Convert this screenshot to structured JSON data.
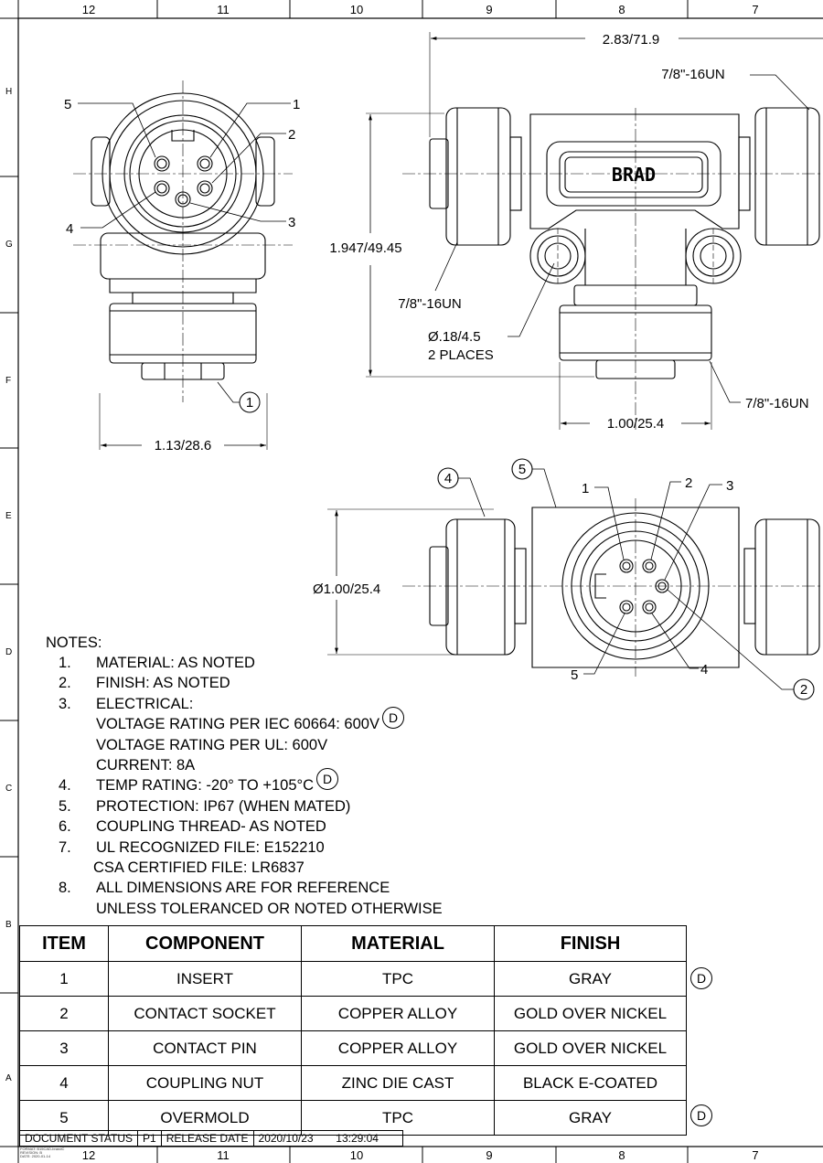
{
  "zones": {
    "top": [
      "12",
      "11",
      "10",
      "9",
      "8",
      "7"
    ],
    "bottom": [
      "12",
      "11",
      "10",
      "9",
      "8",
      "7"
    ],
    "rows": [
      "H",
      "G",
      "F",
      "E",
      "D",
      "C",
      "B",
      "A"
    ]
  },
  "brand_logo": "BRAD",
  "views": {
    "side_view": {
      "pin_callouts": [
        "1",
        "2",
        "3",
        "4",
        "5"
      ],
      "item_balloon": "1",
      "width_dim": "1.13/28.6"
    },
    "front_view": {
      "overall_length": "2.83/71.9",
      "height": "1.947/49.45",
      "thread_top_right": "7/8\"-16UN",
      "thread_left": "7/8\"-16UN",
      "thread_bottom": "7/8\"-16UN",
      "hole_dim": "Ø.18/4.5",
      "hole_qty": "2 PLACES",
      "center_dim": "1.00/25.4"
    },
    "top_view": {
      "diameter": "Ø1.00/25.4",
      "balloons": [
        "4",
        "5",
        "2"
      ],
      "pin_callouts": [
        "1",
        "2",
        "3",
        "4",
        "5"
      ]
    }
  },
  "notes": {
    "heading": "NOTES:",
    "items": [
      {
        "num": "1.",
        "text": "MATERIAL: AS NOTED"
      },
      {
        "num": "2.",
        "text": "FINISH: AS NOTED"
      },
      {
        "num": "3.",
        "text": "ELECTRICAL:"
      },
      {
        "num": "",
        "text": "VOLTAGE RATING PER IEC 60664: 600V",
        "rev": "D"
      },
      {
        "num": "",
        "text": "VOLTAGE RATING PER UL: 600V"
      },
      {
        "num": "",
        "text": "CURRENT: 8A"
      },
      {
        "num": "4.",
        "text": "TEMP RATING: -20° TO +105°C",
        "rev": "D"
      },
      {
        "num": "5.",
        "text": "PROTECTION: IP67 (WHEN MATED)"
      },
      {
        "num": "6.",
        "text": "COUPLING THREAD- AS NOTED"
      },
      {
        "num": "7.",
        "text": "UL RECOGNIZED FILE: E152210"
      },
      {
        "num": "",
        "text": "CSA CERTIFIED FILE: LR6837",
        "indent": "partial"
      },
      {
        "num": "8.",
        "text": "ALL DIMENSIONS ARE FOR REFERENCE"
      },
      {
        "num": "",
        "text": "UNLESS TOLERANCED OR NOTED OTHERWISE"
      }
    ]
  },
  "bom": {
    "headers": [
      "ITEM",
      "COMPONENT",
      "MATERIAL",
      "FINISH"
    ],
    "rows": [
      {
        "cells": [
          "1",
          "INSERT",
          "TPC",
          "GRAY"
        ],
        "rev": "D"
      },
      {
        "cells": [
          "2",
          "CONTACT SOCKET",
          "COPPER ALLOY",
          "GOLD OVER NICKEL"
        ],
        "rev": ""
      },
      {
        "cells": [
          "3",
          "CONTACT PIN",
          "COPPER ALLOY",
          "GOLD OVER NICKEL"
        ],
        "rev": ""
      },
      {
        "cells": [
          "4",
          "COUPLING NUT",
          "ZINC DIE CAST",
          "BLACK E-COATED"
        ],
        "rev": ""
      },
      {
        "cells": [
          "5",
          "OVERMOLD",
          "TPC",
          "GRAY"
        ],
        "rev": "D"
      }
    ]
  },
  "status_block": {
    "label": "DOCUMENT STATUS",
    "status": "P1",
    "release_label": "RELEASE DATE",
    "date": "2020/10/23",
    "time": "13:29:04"
  },
  "format_info": [
    "FORMAT: B15CAD-brandC",
    "REVISION: B",
    "DATE: 2020-01-14"
  ]
}
